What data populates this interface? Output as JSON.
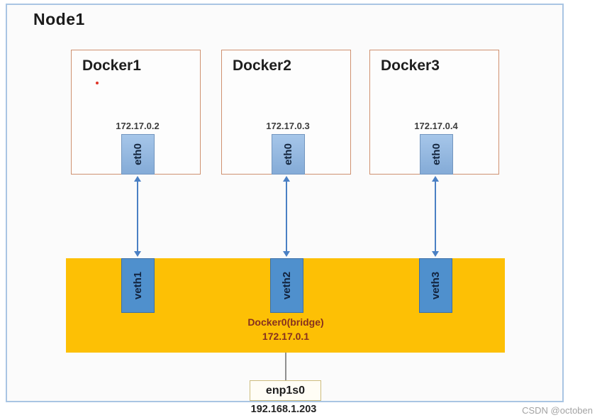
{
  "node": {
    "label": "Node1"
  },
  "containers": [
    {
      "name": "Docker1",
      "ip": "172.17.0.2",
      "iface": "eth0",
      "veth": "veth1"
    },
    {
      "name": "Docker2",
      "ip": "172.17.0.3",
      "iface": "eth0",
      "veth": "veth2"
    },
    {
      "name": "Docker3",
      "ip": "172.17.0.4",
      "iface": "eth0",
      "veth": "veth3"
    }
  ],
  "bridge": {
    "name": "Docker0(bridge)",
    "ip": "172.17.0.1"
  },
  "host_interface": {
    "name": "enp1s0",
    "ip": "192.168.1.203"
  },
  "watermark": "CSDN @octoben",
  "colors": {
    "node_border": "#a9c5e3",
    "docker_border": "#cf9170",
    "bridge_fill": "#fdc005",
    "eth_fill": "#8fb4e0",
    "veth_fill": "#4f90cd",
    "arrow": "#4a80c4",
    "bridge_text": "#86301f"
  }
}
